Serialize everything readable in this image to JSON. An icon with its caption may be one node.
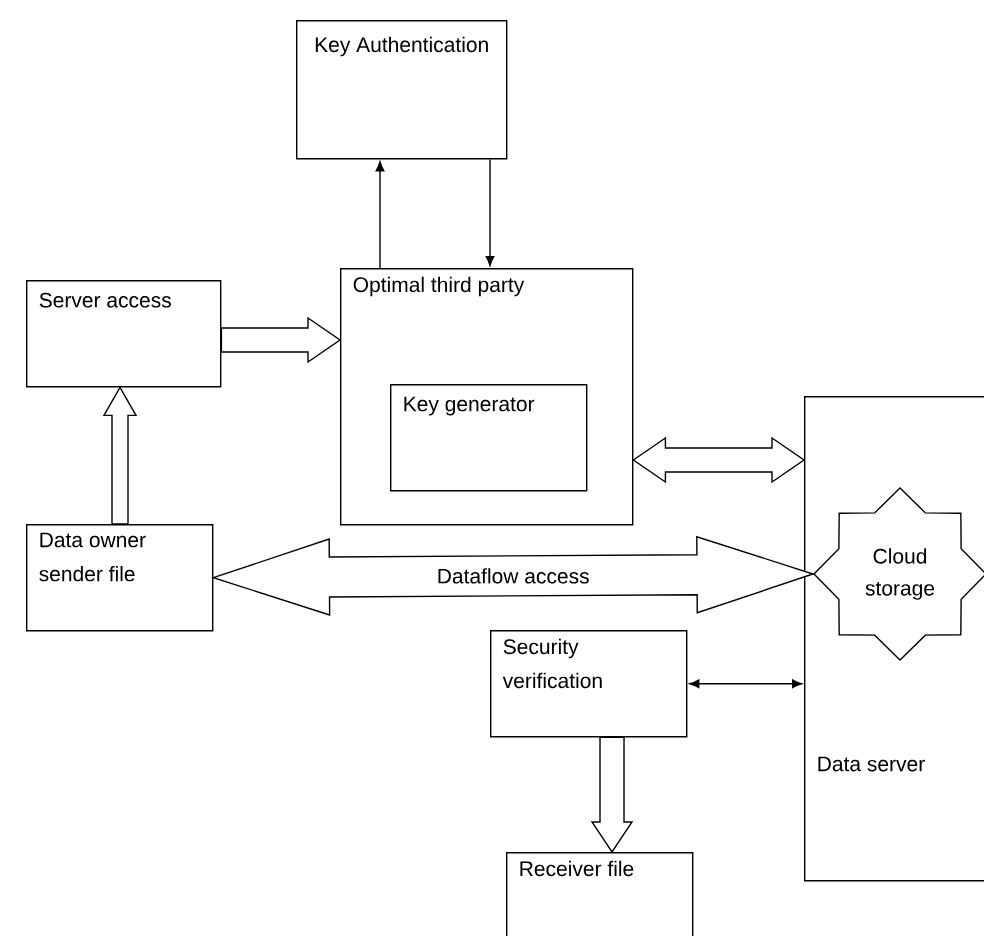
{
  "diagram": {
    "nodes": [
      {
        "text": [
          "Key Authentication"
        ]
      },
      {
        "text": [
          "Server access"
        ]
      },
      {
        "text": [
          "Optimal third party"
        ]
      },
      {
        "text": [
          "Key generator"
        ],
        "in": 2
      },
      {
        "text": [
          "Data server"
        ]
      },
      {
        "text": [
          "Cloud storage"
        ],
        "in": 4
      },
      {
        "text": [
          "Data owner sender file"
        ]
      },
      {
        "text": [
          "Security verification"
        ]
      },
      {
        "text": [
          "Receiver file"
        ]
      }
    ],
    "edges": [
      {
        "from": 2,
        "to": 0,
        "arrow": "to"
      },
      {
        "from": 0,
        "to": 2,
        "arrow": "to"
      },
      {
        "from": 1,
        "to": 2,
        "arrow": "to"
      },
      {
        "from": 6,
        "to": 1,
        "arrow": "to"
      },
      {
        "from": 2,
        "to": 4,
        "arrow": "both"
      },
      {
        "from": 6,
        "to": 5,
        "arrow": "both",
        "label": "Dataflow access"
      },
      {
        "from": 7,
        "to": 4,
        "arrow": "both"
      },
      {
        "from": 7,
        "to": 8,
        "arrow": "to"
      }
    ]
  }
}
